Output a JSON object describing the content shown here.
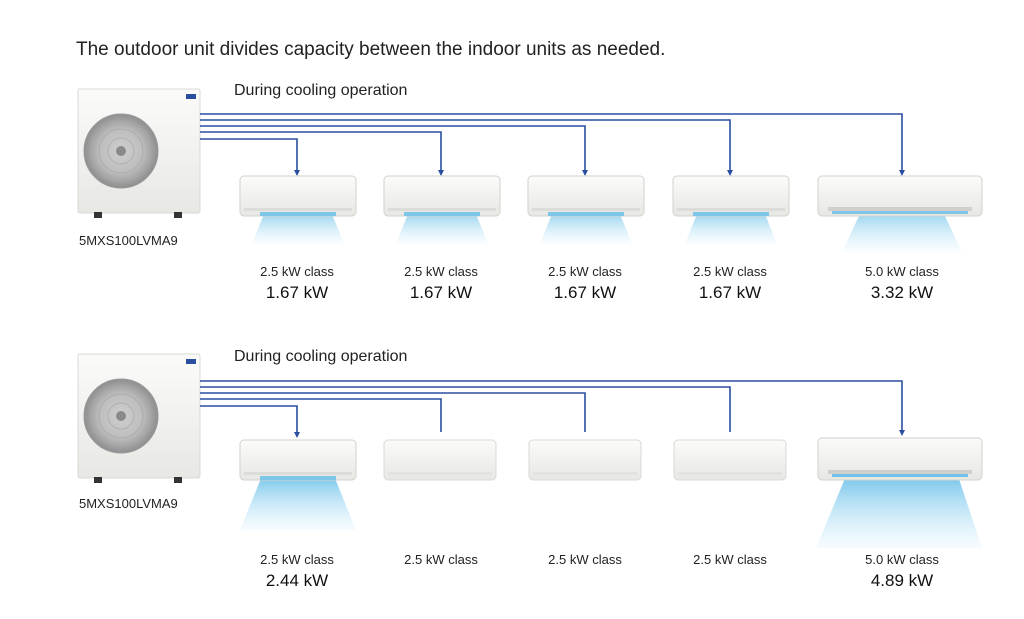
{
  "title": "The outdoor unit divides capacity between the indoor units as needed.",
  "scenarios": [
    {
      "operation_label": "During cooling operation",
      "outdoor_model": "5MXS100LVMA9",
      "indoor_units": [
        {
          "class_label": "2.5 kW class",
          "output": "1.67 kW",
          "active": true,
          "size": "small"
        },
        {
          "class_label": "2.5 kW class",
          "output": "1.67 kW",
          "active": true,
          "size": "small"
        },
        {
          "class_label": "2.5 kW class",
          "output": "1.67 kW",
          "active": true,
          "size": "small"
        },
        {
          "class_label": "2.5 kW class",
          "output": "1.67 kW",
          "active": true,
          "size": "small"
        },
        {
          "class_label": "5.0 kW class",
          "output": "3.32 kW",
          "active": true,
          "size": "large"
        }
      ]
    },
    {
      "operation_label": "During cooling operation",
      "outdoor_model": "5MXS100LVMA9",
      "indoor_units": [
        {
          "class_label": "2.5 kW class",
          "output": "2.44 kW",
          "active": true,
          "size": "small"
        },
        {
          "class_label": "2.5 kW class",
          "output": "",
          "active": false,
          "size": "small"
        },
        {
          "class_label": "2.5 kW class",
          "output": "",
          "active": false,
          "size": "small"
        },
        {
          "class_label": "2.5 kW class",
          "output": "",
          "active": false,
          "size": "small"
        },
        {
          "class_label": "5.0 kW class",
          "output": "4.89 kW",
          "active": true,
          "size": "large"
        }
      ]
    }
  ],
  "colors": {
    "pipe": "#2a4fa0",
    "airflow": "#8fcfee",
    "unit_body": "#f3f3f1",
    "unit_edge": "#d6d6d2"
  },
  "icons": [
    "outdoor-unit-icon",
    "fan-icon",
    "indoor-unit-icon",
    "airflow-icon"
  ]
}
